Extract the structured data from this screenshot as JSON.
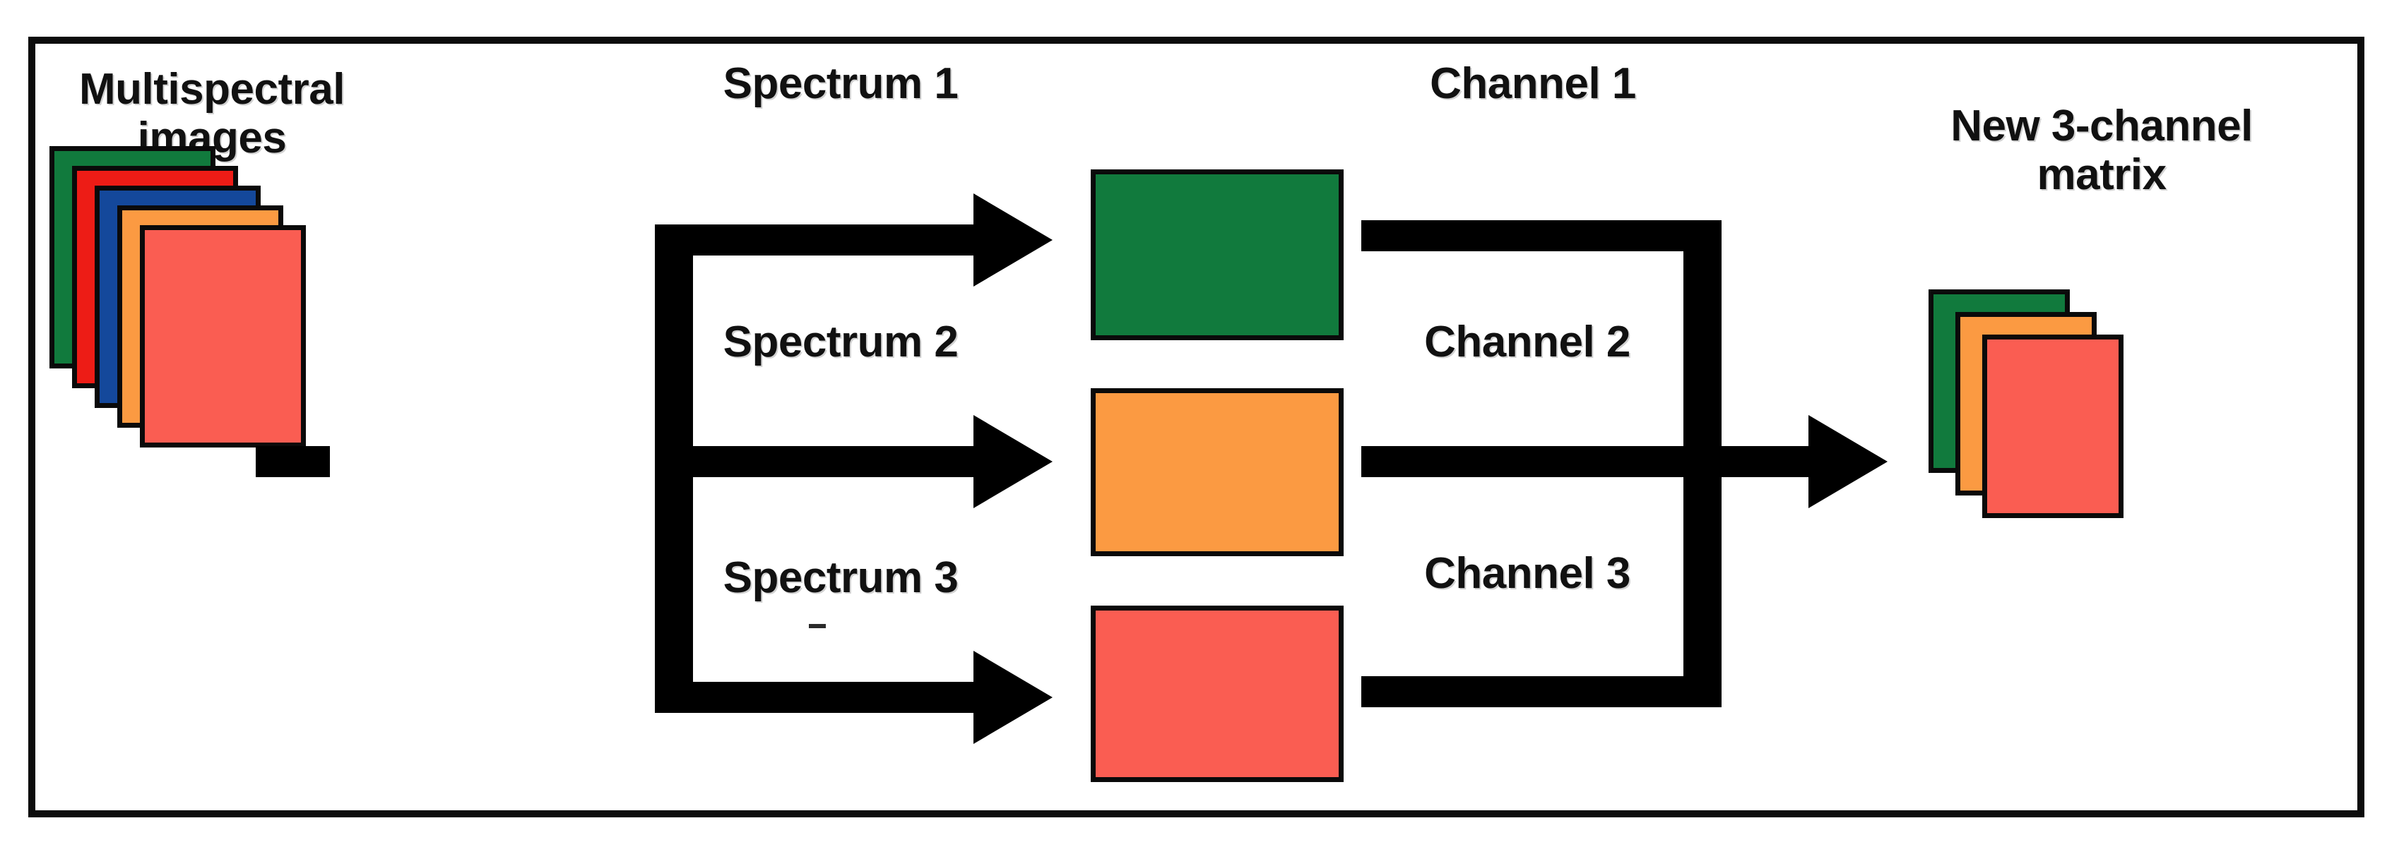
{
  "diagram": {
    "title": "Multispectral to 3-channel matrix conversion",
    "background": "#ffffff",
    "frame_color": "#0c0c0c"
  },
  "labels": {
    "multispectral": "Multispectral\nimages",
    "new_matrix": "New 3-channel\nmatrix",
    "spectrum_1": "Spectrum 1",
    "spectrum_2": "Spectrum 2",
    "spectrum_3": "Spectrum 3",
    "channel_1": "Channel 1",
    "channel_2": "Channel 2",
    "channel_3": "Channel 3"
  },
  "colors": {
    "green": "#117A3D",
    "red": "#ED1C16",
    "blue": "#14489B",
    "orange": "#FB9A42",
    "salmon": "#FA5D52",
    "outline": "#0a0a0a",
    "arrow": "#000000"
  },
  "input_stack": {
    "name": "multispectral-image-stack",
    "layer_count": 5,
    "layers": [
      {
        "name": "green-band",
        "color": "#117A3D"
      },
      {
        "name": "red-band",
        "color": "#ED1C16"
      },
      {
        "name": "blue-band",
        "color": "#14489B"
      },
      {
        "name": "orange-band",
        "color": "#FB9A42"
      },
      {
        "name": "salmon-band",
        "color": "#FA5D52"
      }
    ]
  },
  "channel_blocks": [
    {
      "name": "channel-1-block",
      "color": "#117A3D",
      "spectrum": "Spectrum 1",
      "channel": "Channel 1"
    },
    {
      "name": "channel-2-block",
      "color": "#FB9A42",
      "spectrum": "Spectrum 2",
      "channel": "Channel 2"
    },
    {
      "name": "channel-3-block",
      "color": "#FA5D52",
      "spectrum": "Spectrum 3",
      "channel": "Channel 3"
    }
  ],
  "output_stack": {
    "name": "new-3-channel-matrix-stack",
    "layer_count": 3,
    "layers": [
      {
        "name": "output-green-layer",
        "color": "#117A3D"
      },
      {
        "name": "output-orange-layer",
        "color": "#FB9A42"
      },
      {
        "name": "output-salmon-layer",
        "color": "#FA5D52"
      }
    ]
  },
  "flow": {
    "split_arrow_count": 3,
    "merge_arrow_count": 1,
    "direction": "left-to-right"
  }
}
